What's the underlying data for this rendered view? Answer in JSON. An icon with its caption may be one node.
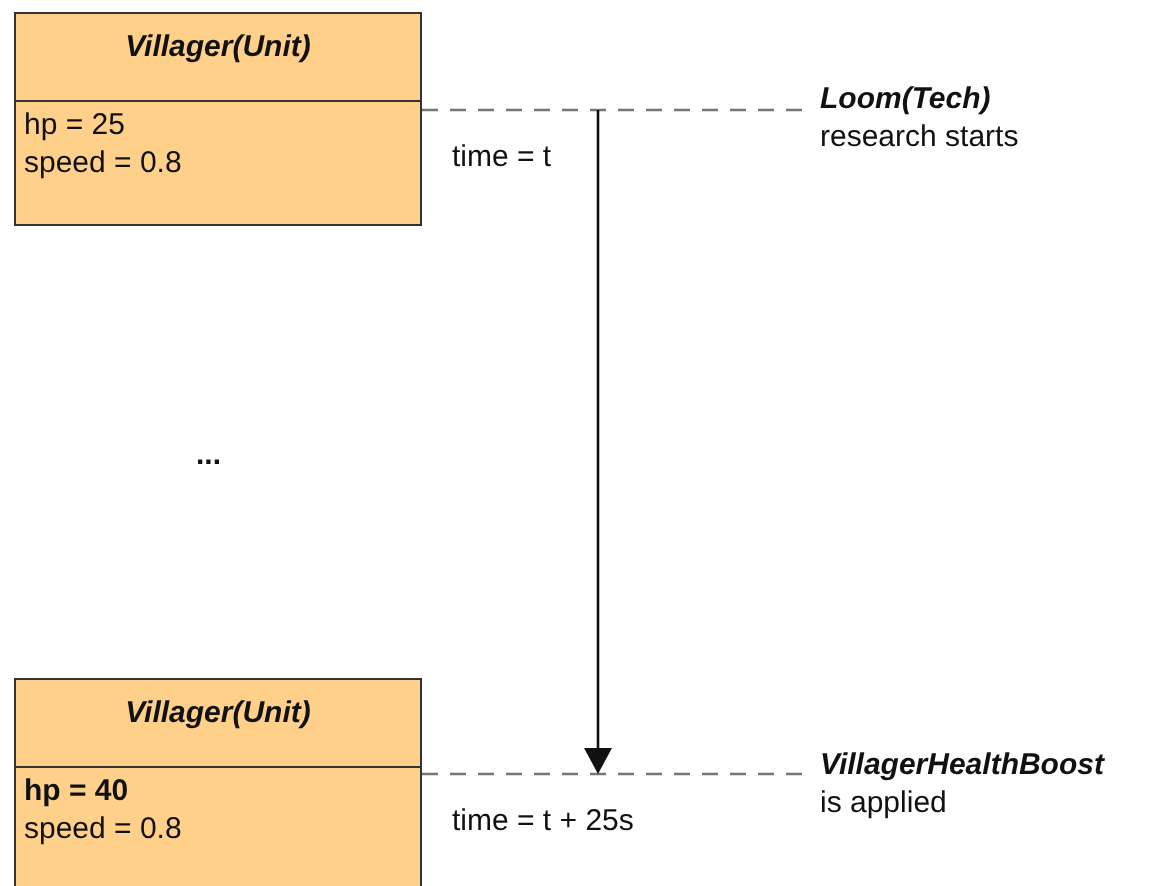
{
  "diagram": {
    "nodes": [
      {
        "text": [
          "Villager(Unit)",
          "hp = 25",
          "speed = 0.8"
        ]
      },
      {
        "text": [
          "Villager(Unit)",
          "hp = 40",
          "speed = 0.8"
        ]
      },
      {
        "text": [
          "Loom(Tech)",
          "research starts"
        ]
      },
      {
        "text": [
          "VillagerHealthBoost",
          "is applied"
        ]
      }
    ],
    "edges": [
      {
        "from": 0,
        "to": 2,
        "arrow": "none",
        "style": "dashed"
      },
      {
        "from": 1,
        "to": 3,
        "arrow": "none",
        "style": "dashed"
      }
    ],
    "labels": [
      "time = t",
      "...",
      "time = t + 25s"
    ]
  }
}
